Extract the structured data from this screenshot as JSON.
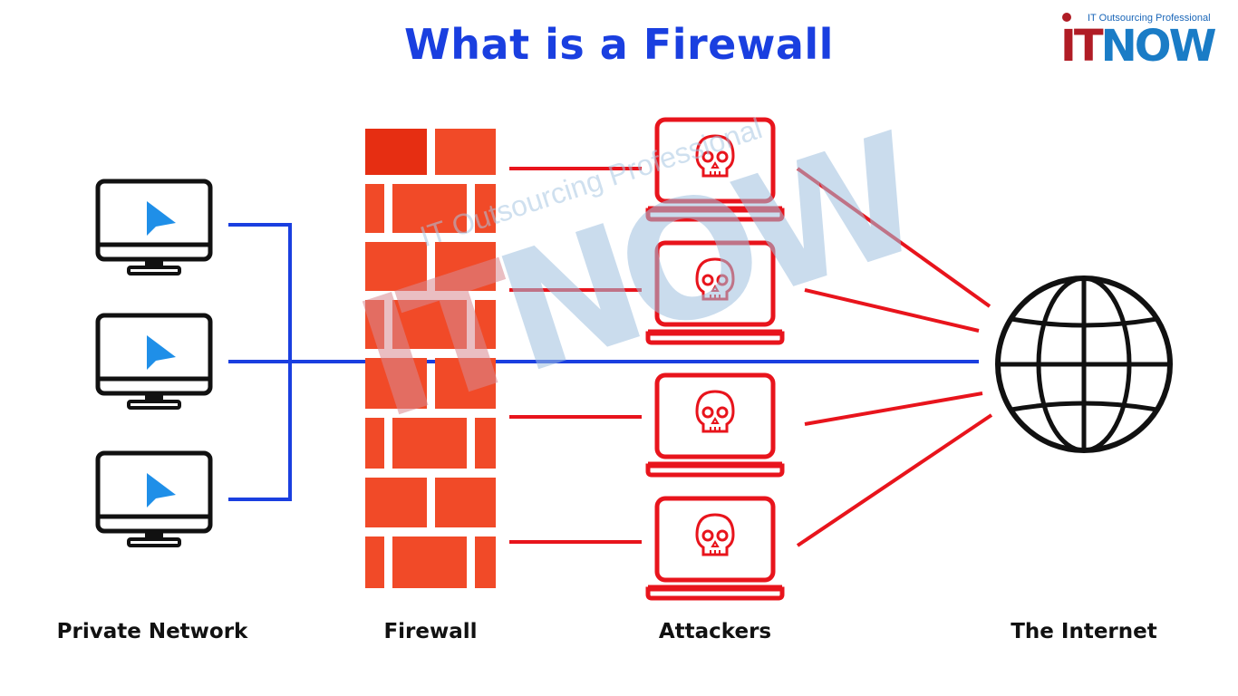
{
  "title": "What is a Firewall",
  "brand": {
    "tagline": "IT Outsourcing Professional",
    "name_part1": "IT",
    "name_part2": "NOW"
  },
  "labels": {
    "private_network": "Private Network",
    "firewall": "Firewall",
    "attackers": "Attackers",
    "internet": "The Internet"
  },
  "colors": {
    "title": "#1a3fe0",
    "connection_safe": "#1a3fe0",
    "connection_attack": "#e8141c",
    "brick": "#f04a2a",
    "computer_outline": "#111111",
    "cursor": "#1f8fe8"
  },
  "icons": {
    "computer": "monitor-icon",
    "cursor": "pointer-cursor-icon",
    "attacker": "laptop-skull-icon",
    "internet": "globe-icon",
    "firewall": "brick-wall-icon"
  }
}
